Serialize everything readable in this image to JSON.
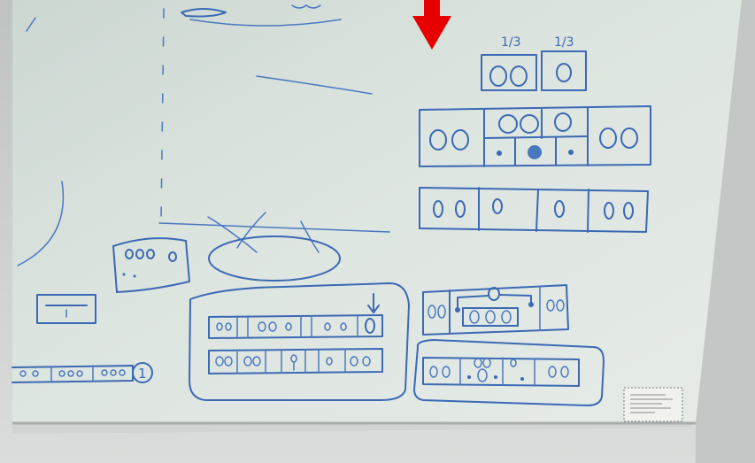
{
  "photo": {
    "subject": "",
    "arrow_color": "#e60000",
    "ink_color": "#3b69b4",
    "board_color": "#d9e1dc",
    "wall_color": "#c9c9c9"
  },
  "handwriting": {
    "top_left_fraction": "1/3",
    "top_right_fraction": "1/3",
    "bottom_left_count": "1"
  }
}
